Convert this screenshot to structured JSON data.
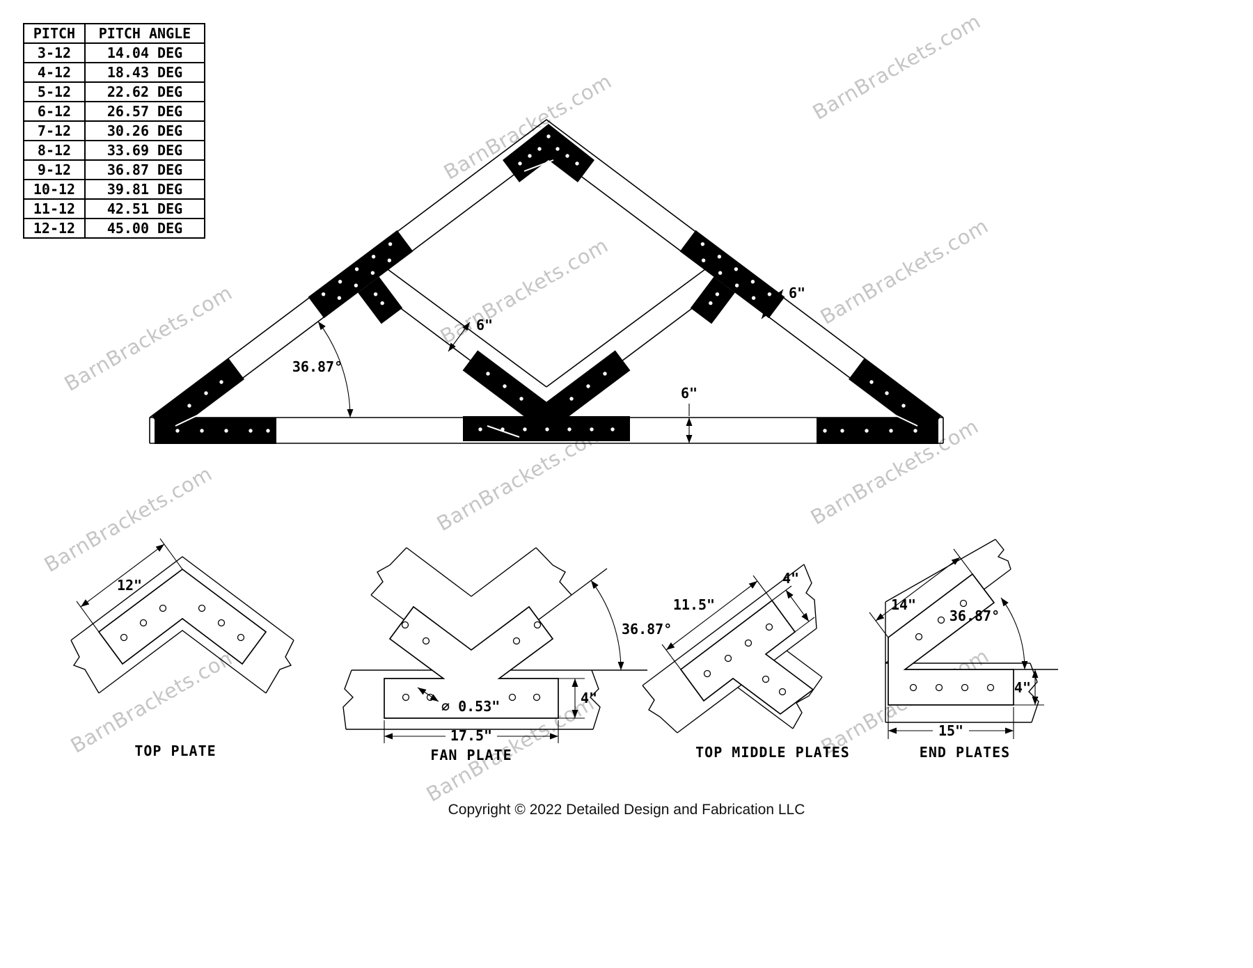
{
  "watermark": {
    "text": "BarnBrackets.com"
  },
  "pitch_table": {
    "headers": {
      "pitch": "PITCH",
      "angle": "PITCH ANGLE"
    },
    "rows": [
      {
        "pitch": "3-12",
        "angle": "14.04 DEG"
      },
      {
        "pitch": "4-12",
        "angle": "18.43 DEG"
      },
      {
        "pitch": "5-12",
        "angle": "22.62 DEG"
      },
      {
        "pitch": "6-12",
        "angle": "26.57 DEG"
      },
      {
        "pitch": "7-12",
        "angle": "30.26 DEG"
      },
      {
        "pitch": "8-12",
        "angle": "33.69 DEG"
      },
      {
        "pitch": "9-12",
        "angle": "36.87 DEG"
      },
      {
        "pitch": "10-12",
        "angle": "39.81 DEG"
      },
      {
        "pitch": "11-12",
        "angle": "42.51 DEG"
      },
      {
        "pitch": "12-12",
        "angle": "45.00 DEG"
      }
    ]
  },
  "truss": {
    "pitch_angle_label": "36.87°",
    "web_dim": "6\"",
    "rafter_dim": "6\"",
    "chord_dim": "6\""
  },
  "details": {
    "top_plate": {
      "title": "TOP PLATE",
      "arm_length": "12\""
    },
    "fan_plate": {
      "title": "FAN PLATE",
      "angle": "36.87°",
      "plate_height": "4\"",
      "hole_diameter": "⌀ 0.53\"",
      "plate_length": "17.5\""
    },
    "top_middle_plates": {
      "title": "TOP MIDDLE PLATES",
      "plate_length": "11.5\"",
      "plate_width": "4\""
    },
    "end_plates": {
      "title": "END PLATES",
      "arm_length": "14\"",
      "angle": "36.87°",
      "plate_height": "4\"",
      "plate_length": "15\""
    }
  },
  "footer": {
    "copyright": "Copyright © 2022 Detailed Design and Fabrication LLC"
  }
}
